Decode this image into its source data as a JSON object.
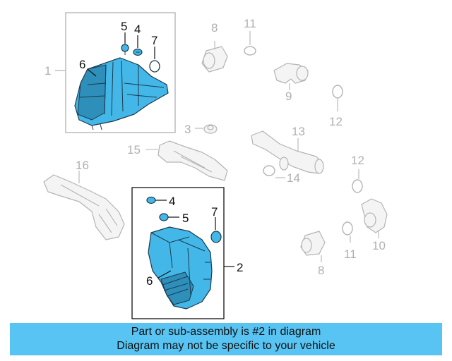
{
  "callouts": {
    "top_box_1": "1",
    "top_box_4": "4",
    "top_box_5": "5",
    "top_box_6": "6",
    "top_box_7": "7",
    "part_3": "3",
    "part_8_top": "8",
    "part_8_bottom": "8",
    "part_9": "9",
    "part_10": "10",
    "part_11_top": "11",
    "part_11_bottom": "11",
    "part_12_top": "12",
    "part_12_bottom": "12",
    "part_13": "13",
    "part_14": "14",
    "part_15": "15",
    "part_16": "16",
    "box2_2": "2",
    "box2_4": "4",
    "box2_5": "5",
    "box2_6": "6",
    "box2_7": "7"
  },
  "banner": {
    "line1": "Part or sub-assembly is #2 in diagram",
    "line2": "Diagram may not be specific to your vehicle"
  },
  "colors": {
    "highlight": "#43b7e8",
    "banner": "#57c4f3",
    "ghost": "#b4b4b4"
  }
}
